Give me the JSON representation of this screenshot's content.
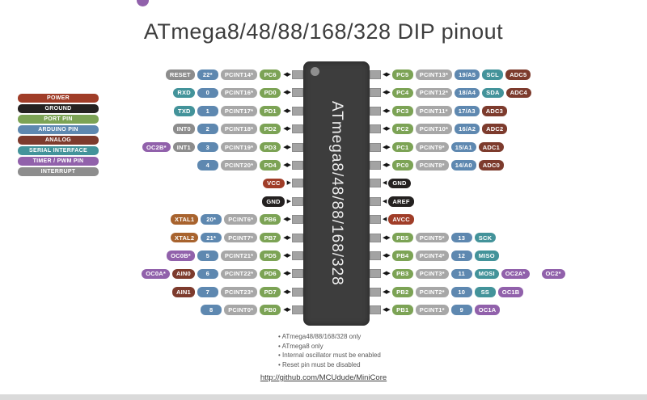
{
  "title": "ATmega8/48/88/168/328 DIP pinout",
  "chip_label": "ATmega8/48/88/168/328",
  "link": "http://github.com/MCUdude/MiniCore",
  "colors": {
    "power": "#a03d28",
    "ground": "#242120",
    "port": "#7ca355",
    "arduino": "#5e88b0",
    "analog": "#7d3b2d",
    "serial": "#43939a",
    "timer": "#9161ab",
    "interrupt": "#8d8d8d",
    "pcint": "#a7a7a7",
    "xtal": "#a8632e",
    "chip": "#3d3d3d",
    "stub": "#a3a3a3"
  },
  "legend": [
    {
      "label": "POWER",
      "color": "power"
    },
    {
      "label": "GROUND",
      "color": "ground"
    },
    {
      "label": "PORT PIN",
      "color": "port"
    },
    {
      "label": "ARDUINO PIN",
      "color": "arduino"
    },
    {
      "label": "ANALOG",
      "color": "analog"
    },
    {
      "label": "SERIAL INTERFACE",
      "color": "serial"
    },
    {
      "label": "TIMER / PWM PIN",
      "color": "timer"
    },
    {
      "label": "INTERRUPT",
      "color": "interrupt"
    }
  ],
  "left_pins": [
    {
      "arrow": "bidir",
      "labels": [
        {
          "text": "RESET",
          "color": "interrupt"
        },
        {
          "text": "22*",
          "color": "arduino"
        },
        {
          "text": "PCINT14*",
          "color": "pcint"
        },
        {
          "text": "PC6",
          "color": "port"
        }
      ]
    },
    {
      "arrow": "bidir",
      "labels": [
        {
          "text": "RXD",
          "color": "serial"
        },
        {
          "text": "0",
          "color": "arduino"
        },
        {
          "text": "PCINT16*",
          "color": "pcint"
        },
        {
          "text": "PD0",
          "color": "port"
        }
      ]
    },
    {
      "arrow": "bidir",
      "labels": [
        {
          "text": "TXD",
          "color": "serial"
        },
        {
          "text": "1",
          "color": "arduino"
        },
        {
          "text": "PCINT17*",
          "color": "pcint"
        },
        {
          "text": "PD1",
          "color": "port"
        }
      ]
    },
    {
      "arrow": "bidir",
      "labels": [
        {
          "text": "INT0",
          "color": "interrupt"
        },
        {
          "text": "2",
          "color": "arduino"
        },
        {
          "text": "PCINT18*",
          "color": "pcint"
        },
        {
          "text": "PD2",
          "color": "port"
        }
      ]
    },
    {
      "arrow": "bidir",
      "labels": [
        {
          "text": "OC2B*",
          "color": "timer"
        },
        {
          "text": "INT1",
          "color": "interrupt"
        },
        {
          "text": "3",
          "color": "arduino"
        },
        {
          "text": "PCINT19*",
          "color": "pcint"
        },
        {
          "text": "PD3",
          "color": "port"
        }
      ]
    },
    {
      "arrow": "bidir",
      "labels": [
        {
          "text": "4",
          "color": "arduino"
        },
        {
          "text": "PCINT20*",
          "color": "pcint"
        },
        {
          "text": "PD4",
          "color": "port"
        }
      ]
    },
    {
      "arrow": "in",
      "labels": [
        {
          "text": "VCC",
          "color": "power"
        }
      ]
    },
    {
      "arrow": "in",
      "labels": [
        {
          "text": "GND",
          "color": "ground"
        }
      ]
    },
    {
      "arrow": "bidir",
      "labels": [
        {
          "text": "XTAL1",
          "color": "xtal"
        },
        {
          "text": "20*",
          "color": "arduino"
        },
        {
          "text": "PCINT6*",
          "color": "pcint"
        },
        {
          "text": "PB6",
          "color": "port"
        }
      ]
    },
    {
      "arrow": "bidir",
      "labels": [
        {
          "text": "XTAL2",
          "color": "xtal"
        },
        {
          "text": "21*",
          "color": "arduino"
        },
        {
          "text": "PCINT7*",
          "color": "pcint"
        },
        {
          "text": "PB7",
          "color": "port"
        }
      ]
    },
    {
      "arrow": "bidir",
      "labels": [
        {
          "text": "OC0B*",
          "color": "timer"
        },
        {
          "text": "5",
          "color": "arduino"
        },
        {
          "text": "PCINT21*",
          "color": "pcint"
        },
        {
          "text": "PD5",
          "color": "port"
        }
      ]
    },
    {
      "arrow": "bidir",
      "labels": [
        {
          "text": "OC0A*",
          "color": "timer"
        },
        {
          "text": "AIN0",
          "color": "analog"
        },
        {
          "text": "6",
          "color": "arduino"
        },
        {
          "text": "PCINT22*",
          "color": "pcint"
        },
        {
          "text": "PD6",
          "color": "port"
        }
      ]
    },
    {
      "arrow": "bidir",
      "labels": [
        {
          "text": "AIN1",
          "color": "analog"
        },
        {
          "text": "7",
          "color": "arduino"
        },
        {
          "text": "PCINT23*",
          "color": "pcint"
        },
        {
          "text": "PD7",
          "color": "port"
        }
      ]
    },
    {
      "arrow": "bidir",
      "labels": [
        {
          "text": "8",
          "color": "arduino"
        },
        {
          "text": "PCINT0*",
          "color": "pcint"
        },
        {
          "text": "PB0",
          "color": "port"
        }
      ]
    }
  ],
  "right_pins": [
    {
      "arrow": "bidir",
      "labels": [
        {
          "text": "PC5",
          "color": "port"
        },
        {
          "text": "PCINT13*",
          "color": "pcint"
        },
        {
          "text": "19/A5",
          "color": "arduino"
        },
        {
          "text": "SCL",
          "color": "serial"
        },
        {
          "text": "ADC5",
          "color": "analog"
        }
      ]
    },
    {
      "arrow": "bidir",
      "labels": [
        {
          "text": "PC4",
          "color": "port"
        },
        {
          "text": "PCINT12*",
          "color": "pcint"
        },
        {
          "text": "18/A4",
          "color": "arduino"
        },
        {
          "text": "SDA",
          "color": "serial"
        },
        {
          "text": "ADC4",
          "color": "analog"
        }
      ]
    },
    {
      "arrow": "bidir",
      "labels": [
        {
          "text": "PC3",
          "color": "port"
        },
        {
          "text": "PCINT11*",
          "color": "pcint"
        },
        {
          "text": "17/A3",
          "color": "arduino"
        },
        {
          "text": "ADC3",
          "color": "analog"
        }
      ]
    },
    {
      "arrow": "bidir",
      "labels": [
        {
          "text": "PC2",
          "color": "port"
        },
        {
          "text": "PCINT10*",
          "color": "pcint"
        },
        {
          "text": "16/A2",
          "color": "arduino"
        },
        {
          "text": "ADC2",
          "color": "analog"
        }
      ]
    },
    {
      "arrow": "bidir",
      "labels": [
        {
          "text": "PC1",
          "color": "port"
        },
        {
          "text": "PCINT9*",
          "color": "pcint"
        },
        {
          "text": "15/A1",
          "color": "arduino"
        },
        {
          "text": "ADC1",
          "color": "analog"
        }
      ]
    },
    {
      "arrow": "bidir",
      "labels": [
        {
          "text": "PC0",
          "color": "port"
        },
        {
          "text": "PCINT8*",
          "color": "pcint"
        },
        {
          "text": "14/A0",
          "color": "arduino"
        },
        {
          "text": "ADC0",
          "color": "analog"
        }
      ]
    },
    {
      "arrow": "in",
      "labels": [
        {
          "text": "GND",
          "color": "ground"
        }
      ]
    },
    {
      "arrow": "in",
      "labels": [
        {
          "text": "AREF",
          "color": "ground"
        }
      ]
    },
    {
      "arrow": "in",
      "labels": [
        {
          "text": "AVCC",
          "color": "power"
        }
      ]
    },
    {
      "arrow": "bidir",
      "labels": [
        {
          "text": "PB5",
          "color": "port"
        },
        {
          "text": "PCINT5*",
          "color": "pcint"
        },
        {
          "text": "13",
          "color": "arduino"
        },
        {
          "text": "SCK",
          "color": "serial"
        }
      ]
    },
    {
      "arrow": "bidir",
      "labels": [
        {
          "text": "PB4",
          "color": "port"
        },
        {
          "text": "PCINT4*",
          "color": "pcint"
        },
        {
          "text": "12",
          "color": "arduino"
        },
        {
          "text": "MISO",
          "color": "serial"
        }
      ]
    },
    {
      "arrow": "bidir",
      "labels": [
        {
          "text": "PB3",
          "color": "port"
        },
        {
          "text": "PCINT3*",
          "color": "pcint"
        },
        {
          "text": "11",
          "color": "arduino"
        },
        {
          "text": "MOSI",
          "color": "serial"
        },
        {
          "text": "OC2A*",
          "color": "timer"
        },
        {
          "text": "OC2*",
          "color": "timer",
          "gap": true
        }
      ]
    },
    {
      "arrow": "bidir",
      "labels": [
        {
          "text": "PB2",
          "color": "port"
        },
        {
          "text": "PCINT2*",
          "color": "pcint"
        },
        {
          "text": "10",
          "color": "arduino"
        },
        {
          "text": "SS",
          "color": "serial"
        },
        {
          "text": "OC1B",
          "color": "timer"
        }
      ]
    },
    {
      "arrow": "bidir",
      "labels": [
        {
          "text": "PB1",
          "color": "port"
        },
        {
          "text": "PCINT1*",
          "color": "pcint"
        },
        {
          "text": "9",
          "color": "arduino"
        },
        {
          "text": "OC1A",
          "color": "timer"
        }
      ]
    }
  ],
  "notes": [
    "ATmega48/88/168/328 only",
    "ATmega8 only",
    "Internal oscillator must be enabled",
    "Reset pin must be disabled"
  ]
}
